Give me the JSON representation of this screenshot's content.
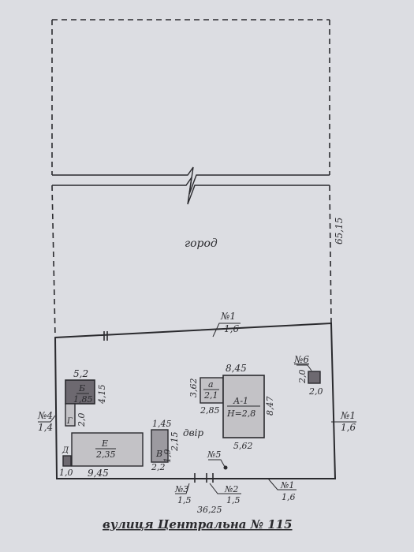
{
  "title": "вулиця Центральна  № 115",
  "garden_label": "город",
  "yard_label": "двір",
  "dims": {
    "right_long": "65,15",
    "top_fence_num": "№1",
    "top_fence_val": "1,6",
    "bottom_width": "36,25",
    "b_top": "5,2",
    "b_side": "4,15",
    "b_inner": "1,85",
    "g_side": "2,0",
    "left_num": "№4",
    "left_val": "1,4",
    "d_val": "1,0",
    "e_width": "9,45",
    "e_inner": "2,35",
    "v_top": "1,45",
    "v_side": "1,9",
    "v_side2": "2,15",
    "v_bottom": "2,2",
    "a_top": "8,45",
    "a_left": "3,62",
    "a_small_h": "2,1",
    "a_small_w": "2,85",
    "a_right": "8,47",
    "a_height": "Н=2,8",
    "a_bottom": "5,62",
    "six_num": "№6",
    "six_a": "2,0",
    "six_b": "2,0",
    "right_num": "№1",
    "right_val": "1,6",
    "n5": "№5",
    "n3": "№3",
    "n3_val": "1,5",
    "n2": "№2",
    "n2_val": "1,5",
    "n1b": "№1",
    "n1b_val": "1,6"
  },
  "buildings": {
    "B": "Б",
    "G": "Г",
    "D": "Д",
    "E": "Е",
    "V": "В",
    "a": "а",
    "A": "А-1"
  },
  "colors": {
    "ink": "#2a2a2e",
    "dark_fill": "#6d6970",
    "mid_fill": "#9c9aa0",
    "light_fill": "#c3c2c6",
    "paper": "#dcdde2"
  }
}
